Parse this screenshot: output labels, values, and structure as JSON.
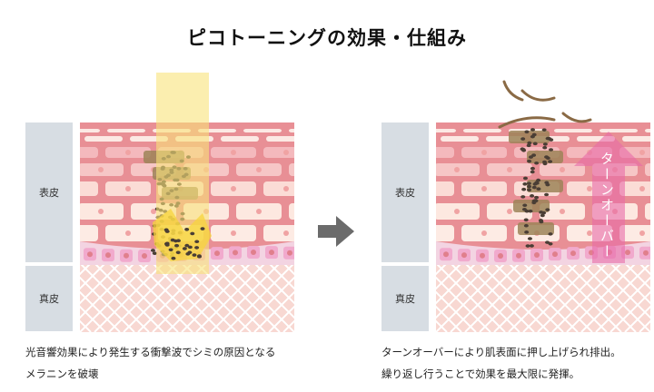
{
  "title": "ピコトーニングの効果・仕組み",
  "left": {
    "label_epidermis": "表皮",
    "label_dermis": "真皮",
    "caption_line1": "光音響効果により発生する衝撃波でシミの原因となる",
    "caption_line2": "メラニンを破壊"
  },
  "right": {
    "label_epidermis": "表皮",
    "label_dermis": "真皮",
    "turnover_label": "ターンオーバー",
    "caption_line1": "ターンオーバーにより肌表面に押し上げられ排出。",
    "caption_line2": "繰り返し行うことで効果を最大限に発揮。"
  },
  "colors": {
    "skin_border": "#e88f95",
    "cell": "#fbe3dc",
    "melanin": "#9c8458",
    "beam": "#f9e27a",
    "turnover": "#e86aa8",
    "dermis": "#f8d8d2",
    "label_bg": "#d7dde3"
  }
}
